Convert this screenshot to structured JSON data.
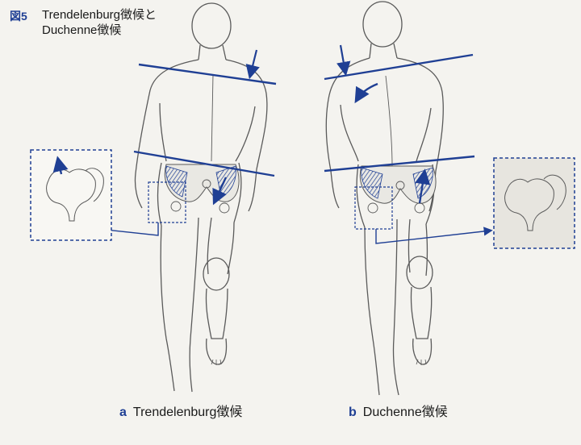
{
  "figure": {
    "label": "図5",
    "title": "Trendelenburg徴候と Duchenne徴候"
  },
  "panels": [
    {
      "letter": "a",
      "caption": "Trendelenburg徴候"
    },
    {
      "letter": "b",
      "caption": "Duchenne徴候"
    }
  ],
  "colors": {
    "accent": "#1f3f94",
    "line_art": "#5a5a5a",
    "background": "#f4f3ef"
  }
}
